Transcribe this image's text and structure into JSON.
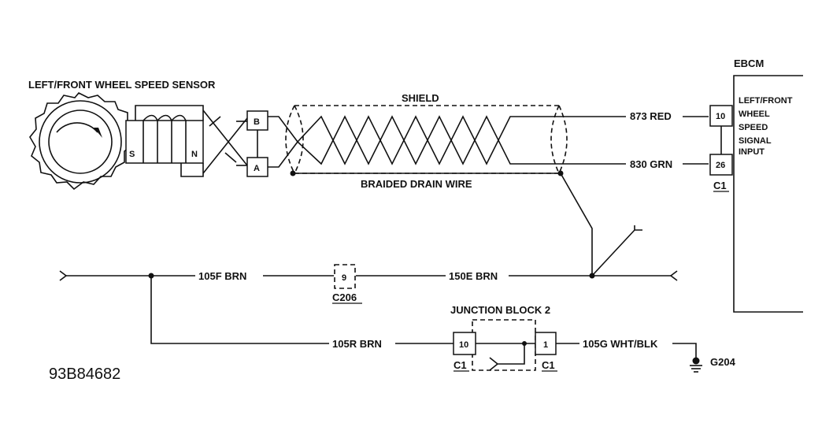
{
  "sensor": {
    "title": "LEFT/FRONT WHEEL SPEED SENSOR",
    "pole_s": "S",
    "pole_n": "N"
  },
  "sensor_pins": {
    "b": "B",
    "a": "A"
  },
  "shield_label": "SHIELD",
  "drain_label": "BRAIDED DRAIN WIRE",
  "wires": {
    "red": "873 RED",
    "grn": "830 GRN",
    "brn_105f": "105F BRN",
    "brn_150e": "150E BRN",
    "brn_105r": "105R BRN",
    "wht_blk": "105G WHT/BLK"
  },
  "ebcm": {
    "title": "EBCM",
    "input_lines": [
      "LEFT/FRONT",
      "WHEEL",
      "SPEED",
      "SIGNAL",
      "INPUT"
    ],
    "pin_10": "10",
    "pin_26": "26",
    "connector": "C1"
  },
  "c206": {
    "pin": "9",
    "label": "C206"
  },
  "junction_block": {
    "title": "JUNCTION BLOCK 2",
    "pin_left": "10",
    "pin_right": "1",
    "conn_left": "C1",
    "conn_right": "C1"
  },
  "ground": {
    "label": "G204"
  },
  "figure_id": "93B84682"
}
